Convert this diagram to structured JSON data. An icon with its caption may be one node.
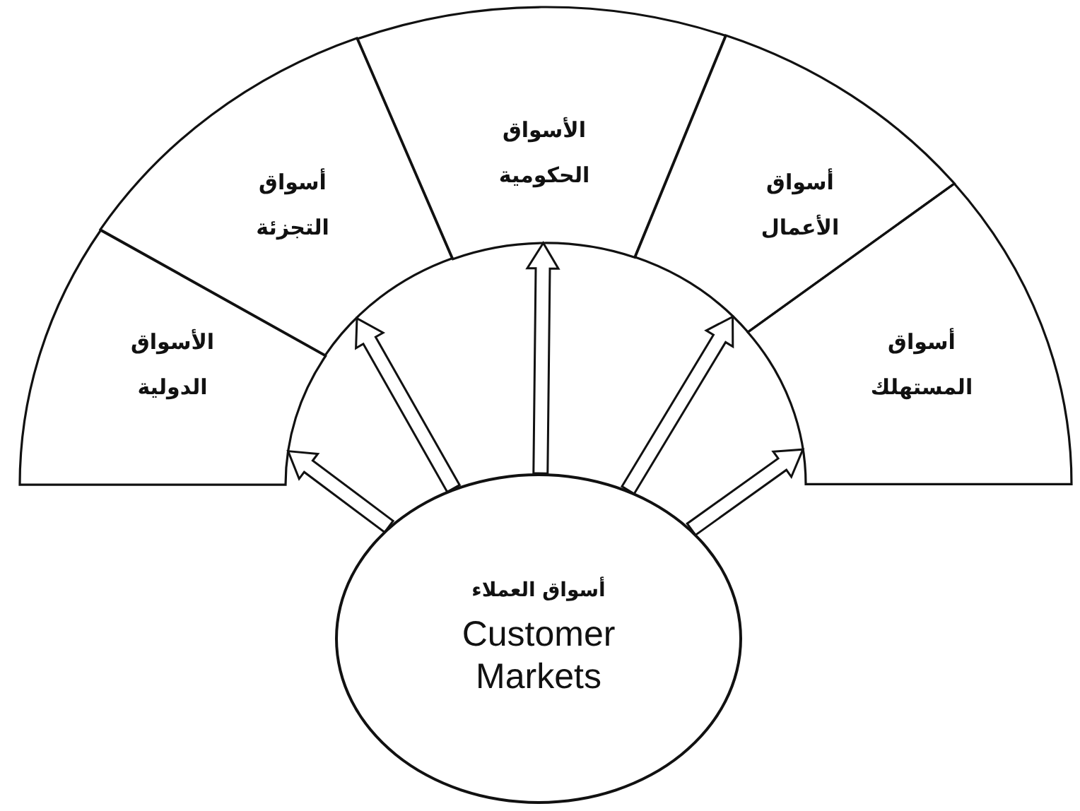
{
  "diagram": {
    "nodes": [
      {
        "text": [
          "الأسواق الدولية"
        ]
      },
      {
        "text": [
          "أسواق التجزئة"
        ]
      },
      {
        "text": [
          "الأسواق الحكومية"
        ]
      },
      {
        "text": [
          "أسواق الأعمال"
        ]
      },
      {
        "text": [
          "أسواق المستهلك"
        ]
      },
      {
        "text": [
          "أسواق العملاء",
          "Customer Markets"
        ]
      }
    ],
    "edges": [
      {
        "from": 5,
        "to": 0,
        "arrow": "to"
      },
      {
        "from": 5,
        "to": 1,
        "arrow": "to"
      },
      {
        "from": 5,
        "to": 2,
        "arrow": "to"
      },
      {
        "from": 5,
        "to": 3,
        "arrow": "to"
      },
      {
        "from": 5,
        "to": 4,
        "arrow": "to"
      }
    ]
  }
}
